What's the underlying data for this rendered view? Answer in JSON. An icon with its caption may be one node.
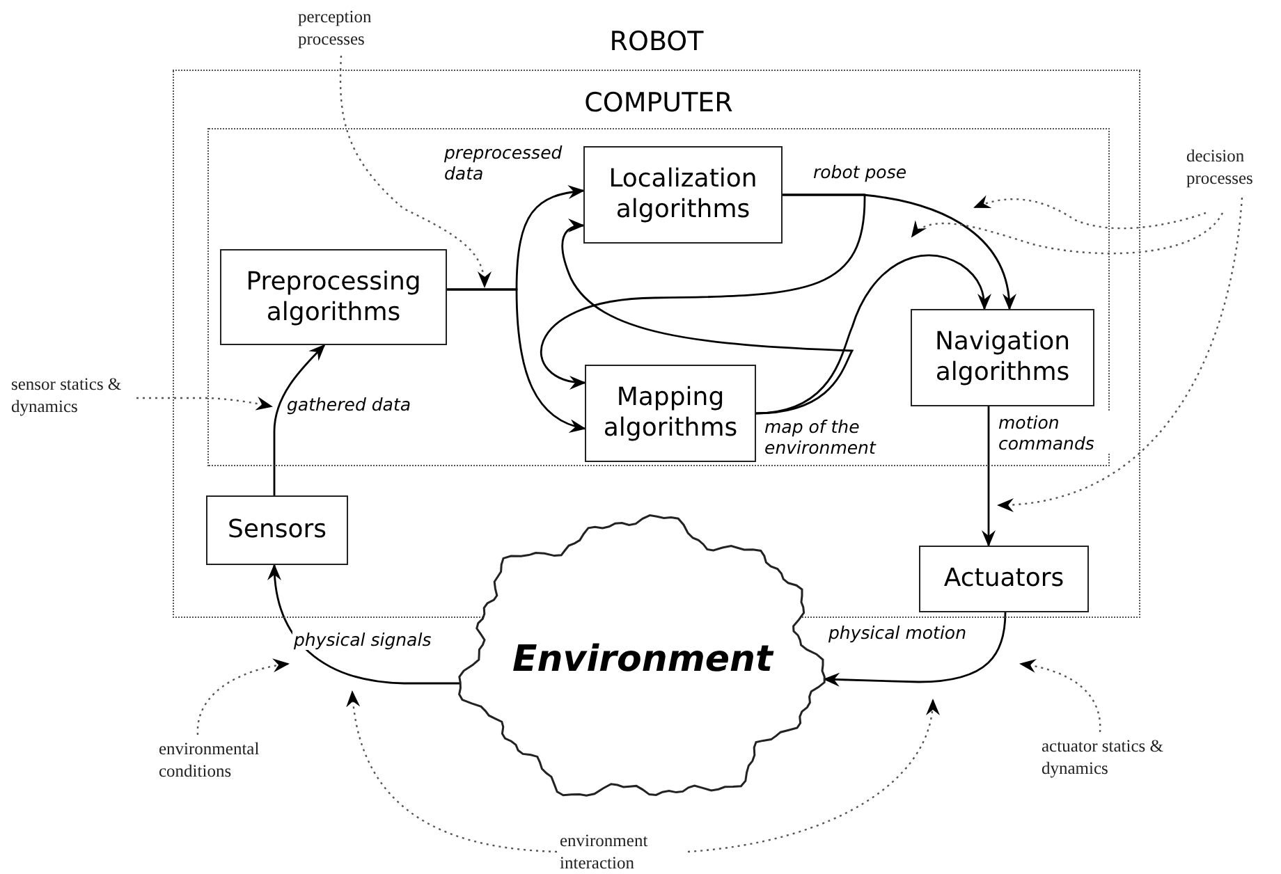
{
  "diagram": {
    "nodes": [
      {
        "text": [
          "ROBOT"
        ]
      },
      {
        "text": [
          "COMPUTER"
        ],
        "in": 0
      },
      {
        "text": [
          "Localization algorithms"
        ],
        "in": 1
      },
      {
        "text": [
          "Preprocessing algorithms"
        ],
        "in": 1
      },
      {
        "text": [
          "Mapping algorithms"
        ],
        "in": 1
      },
      {
        "text": [
          "Navigation algorithms"
        ],
        "in": 1
      },
      {
        "text": [
          "Sensors"
        ],
        "in": 0
      },
      {
        "text": [
          "Actuators"
        ],
        "in": 0
      },
      {
        "text": [
          "Environment"
        ]
      },
      {
        "text": [
          "perception processes"
        ]
      },
      {
        "text": [
          "sensor statics & dynamics"
        ]
      },
      {
        "text": [
          "decision processes"
        ]
      },
      {
        "text": [
          "environmental conditions"
        ]
      },
      {
        "text": [
          "environment interaction"
        ]
      },
      {
        "text": [
          "actuator statics & dynamics"
        ]
      }
    ],
    "edges": [
      {
        "from": 6,
        "to": 3,
        "arrow": "to",
        "label": "gathered data"
      },
      {
        "from": 3,
        "to": 2,
        "arrow": "to",
        "label": "preprocessed data"
      },
      {
        "from": 3,
        "to": 4,
        "arrow": "to"
      },
      {
        "from": 2,
        "to": 5,
        "arrow": "to",
        "label": "robot pose"
      },
      {
        "from": 2,
        "to": 4,
        "arrow": "to"
      },
      {
        "from": 4,
        "to": 5,
        "arrow": "to",
        "label": "map of the environment"
      },
      {
        "from": 4,
        "to": 2,
        "arrow": "to"
      },
      {
        "from": 5,
        "to": 7,
        "arrow": "to",
        "label": "motion commands"
      },
      {
        "from": 7,
        "to": 8,
        "arrow": "to",
        "label": "physical motion"
      },
      {
        "from": 8,
        "to": 6,
        "arrow": "to",
        "label": "physical signals"
      },
      {
        "from": 9,
        "to": null,
        "arrow": "to",
        "style": "dashed"
      },
      {
        "from": 10,
        "to": null,
        "arrow": "to",
        "style": "dashed"
      },
      {
        "from": 11,
        "to": null,
        "arrow": "to",
        "style": "dashed"
      },
      {
        "from": 11,
        "to": null,
        "arrow": "to",
        "style": "dashed"
      },
      {
        "from": 11,
        "to": null,
        "arrow": "to",
        "style": "dashed"
      },
      {
        "from": 12,
        "to": null,
        "arrow": "to",
        "style": "dashed"
      },
      {
        "from": 13,
        "to": null,
        "arrow": "to",
        "style": "dashed"
      },
      {
        "from": 13,
        "to": null,
        "arrow": "to",
        "style": "dashed"
      },
      {
        "from": 14,
        "to": null,
        "arrow": "to",
        "style": "dashed"
      }
    ]
  }
}
